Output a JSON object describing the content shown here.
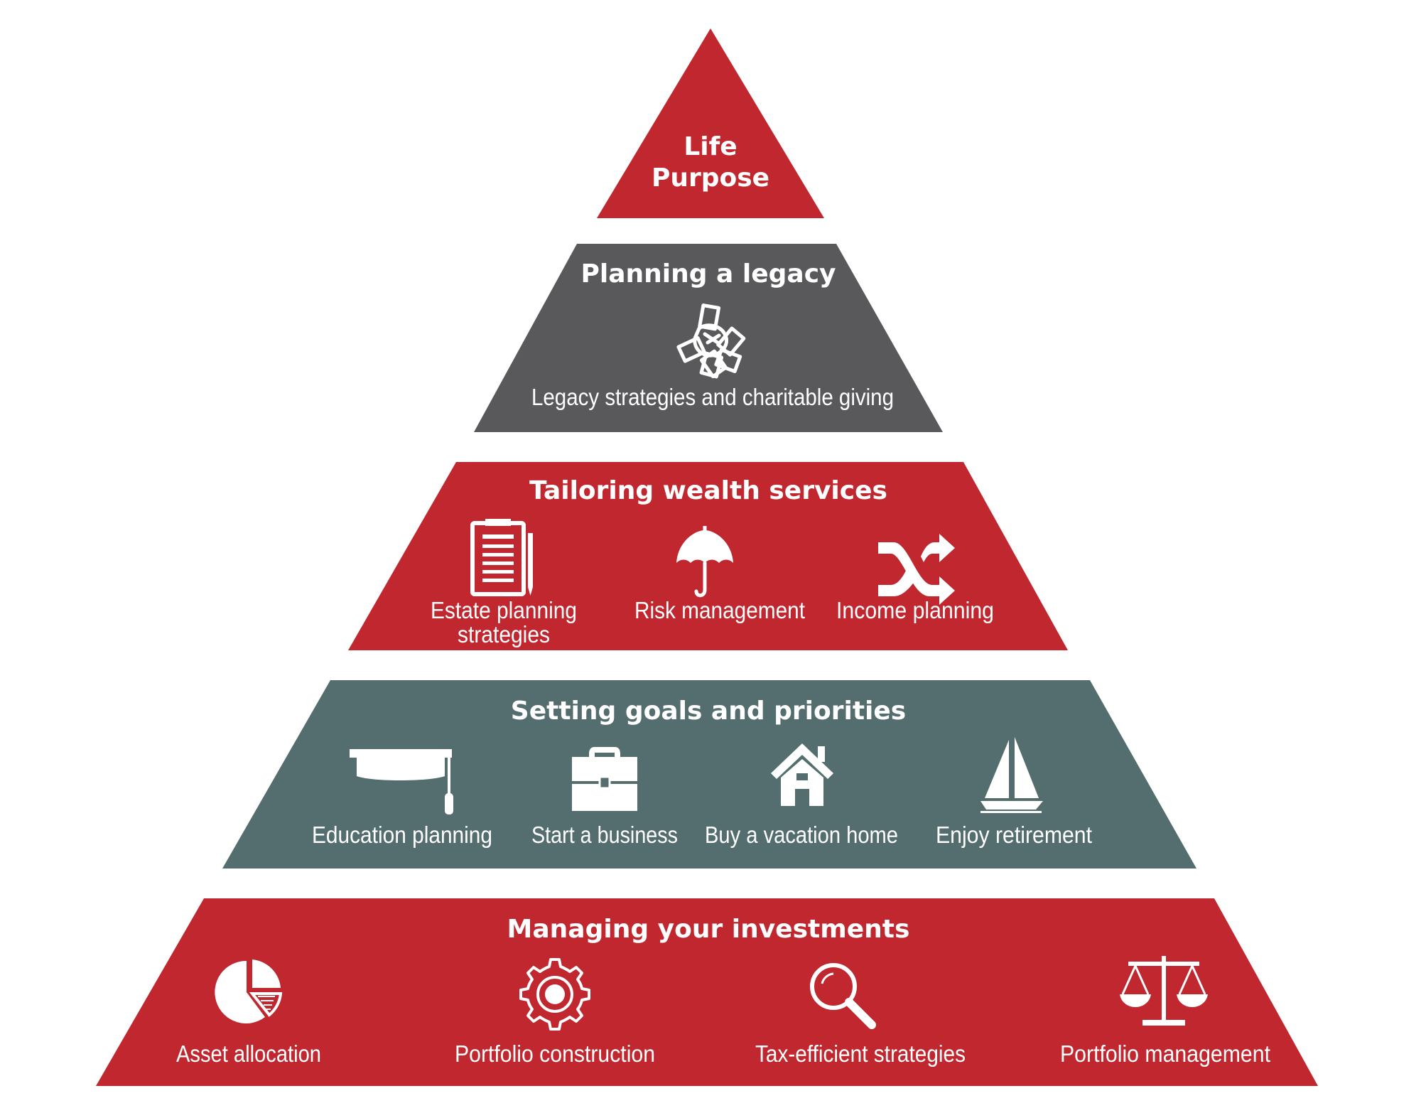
{
  "colors": {
    "red": "#c1272f",
    "dark_gray": "#59595b",
    "slate": "#546d6e",
    "white": "#ffffff"
  },
  "tiers": [
    {
      "title_lines": [
        "Life",
        "Purpose"
      ],
      "color": "#c1272f",
      "items": []
    },
    {
      "title": "Planning a legacy",
      "color": "#59595b",
      "items": [
        {
          "icon": "hands-together-icon",
          "label_lines": [
            "Legacy strategies and charitable giving"
          ]
        }
      ]
    },
    {
      "title": "Tailoring wealth services",
      "color": "#c1272f",
      "items": [
        {
          "icon": "document-clipboard-icon",
          "label_lines": [
            "Estate planning",
            "strategies"
          ]
        },
        {
          "icon": "umbrella-icon",
          "label_lines": [
            "Risk management"
          ]
        },
        {
          "icon": "shuffle-arrows-icon",
          "label_lines": [
            "Income planning"
          ]
        }
      ]
    },
    {
      "title": "Setting goals and priorities",
      "color": "#546d6e",
      "items": [
        {
          "icon": "graduation-cap-icon",
          "label_lines": [
            "Education planning"
          ]
        },
        {
          "icon": "briefcase-icon",
          "label_lines": [
            "Start a business"
          ]
        },
        {
          "icon": "house-icon",
          "label_lines": [
            "Buy a vacation home"
          ]
        },
        {
          "icon": "sailboat-icon",
          "label_lines": [
            "Enjoy retirement"
          ]
        }
      ]
    },
    {
      "title": "Managing your investments",
      "color": "#c1272f",
      "items": [
        {
          "icon": "pie-chart-icon",
          "label_lines": [
            "Asset allocation"
          ]
        },
        {
          "icon": "gear-icon",
          "label_lines": [
            "Portfolio construction"
          ]
        },
        {
          "icon": "magnifier-icon",
          "label_lines": [
            "Tax-efficient strategies"
          ]
        },
        {
          "icon": "scales-icon",
          "label_lines": [
            "Portfolio management"
          ]
        }
      ]
    }
  ]
}
